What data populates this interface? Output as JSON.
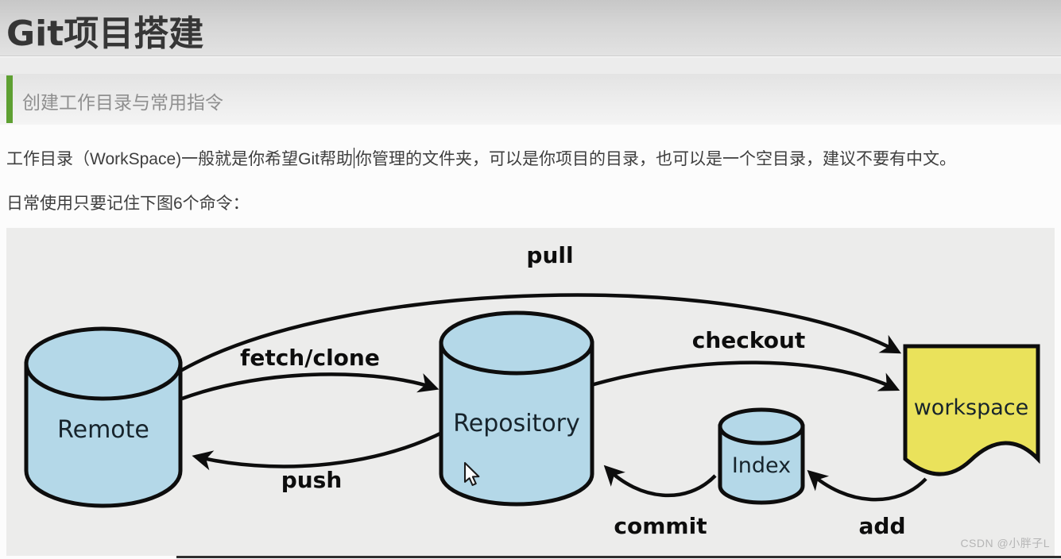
{
  "page": {
    "title": "Git项目搭建",
    "section_heading": "创建工作目录与常用指令",
    "paragraph1_before_caret": "工作目录（WorkSpace)一般就是你希望Git帮助",
    "paragraph1_after_caret": "你管理的文件夹，可以是你项目的目录，也可以是一个空目录，建议不要有中文。",
    "paragraph2": "日常使用只要记住下图6个命令：",
    "watermark": "CSDN @小胖子L"
  },
  "colors": {
    "accent_green": "#5ea032",
    "diagram_background": "#ececeb",
    "cylinder_fill": "#b4d8e8",
    "workspace_fill": "#eae25b",
    "diagram_stroke": "#0d0d0d"
  },
  "diagram": {
    "nodes": [
      {
        "id": "remote",
        "label": "Remote",
        "shape": "cylinder"
      },
      {
        "id": "repository",
        "label": "Repository",
        "shape": "cylinder"
      },
      {
        "id": "index",
        "label": "Index",
        "shape": "cylinder"
      },
      {
        "id": "workspace",
        "label": "workspace",
        "shape": "document"
      }
    ],
    "edges": [
      {
        "label": "pull",
        "from": "remote",
        "to": "workspace"
      },
      {
        "label": "fetch/clone",
        "from": "remote",
        "to": "repository"
      },
      {
        "label": "checkout",
        "from": "repository",
        "to": "workspace"
      },
      {
        "label": "push",
        "from": "repository",
        "to": "remote"
      },
      {
        "label": "commit",
        "from": "index",
        "to": "repository"
      },
      {
        "label": "add",
        "from": "workspace",
        "to": "index"
      }
    ]
  }
}
